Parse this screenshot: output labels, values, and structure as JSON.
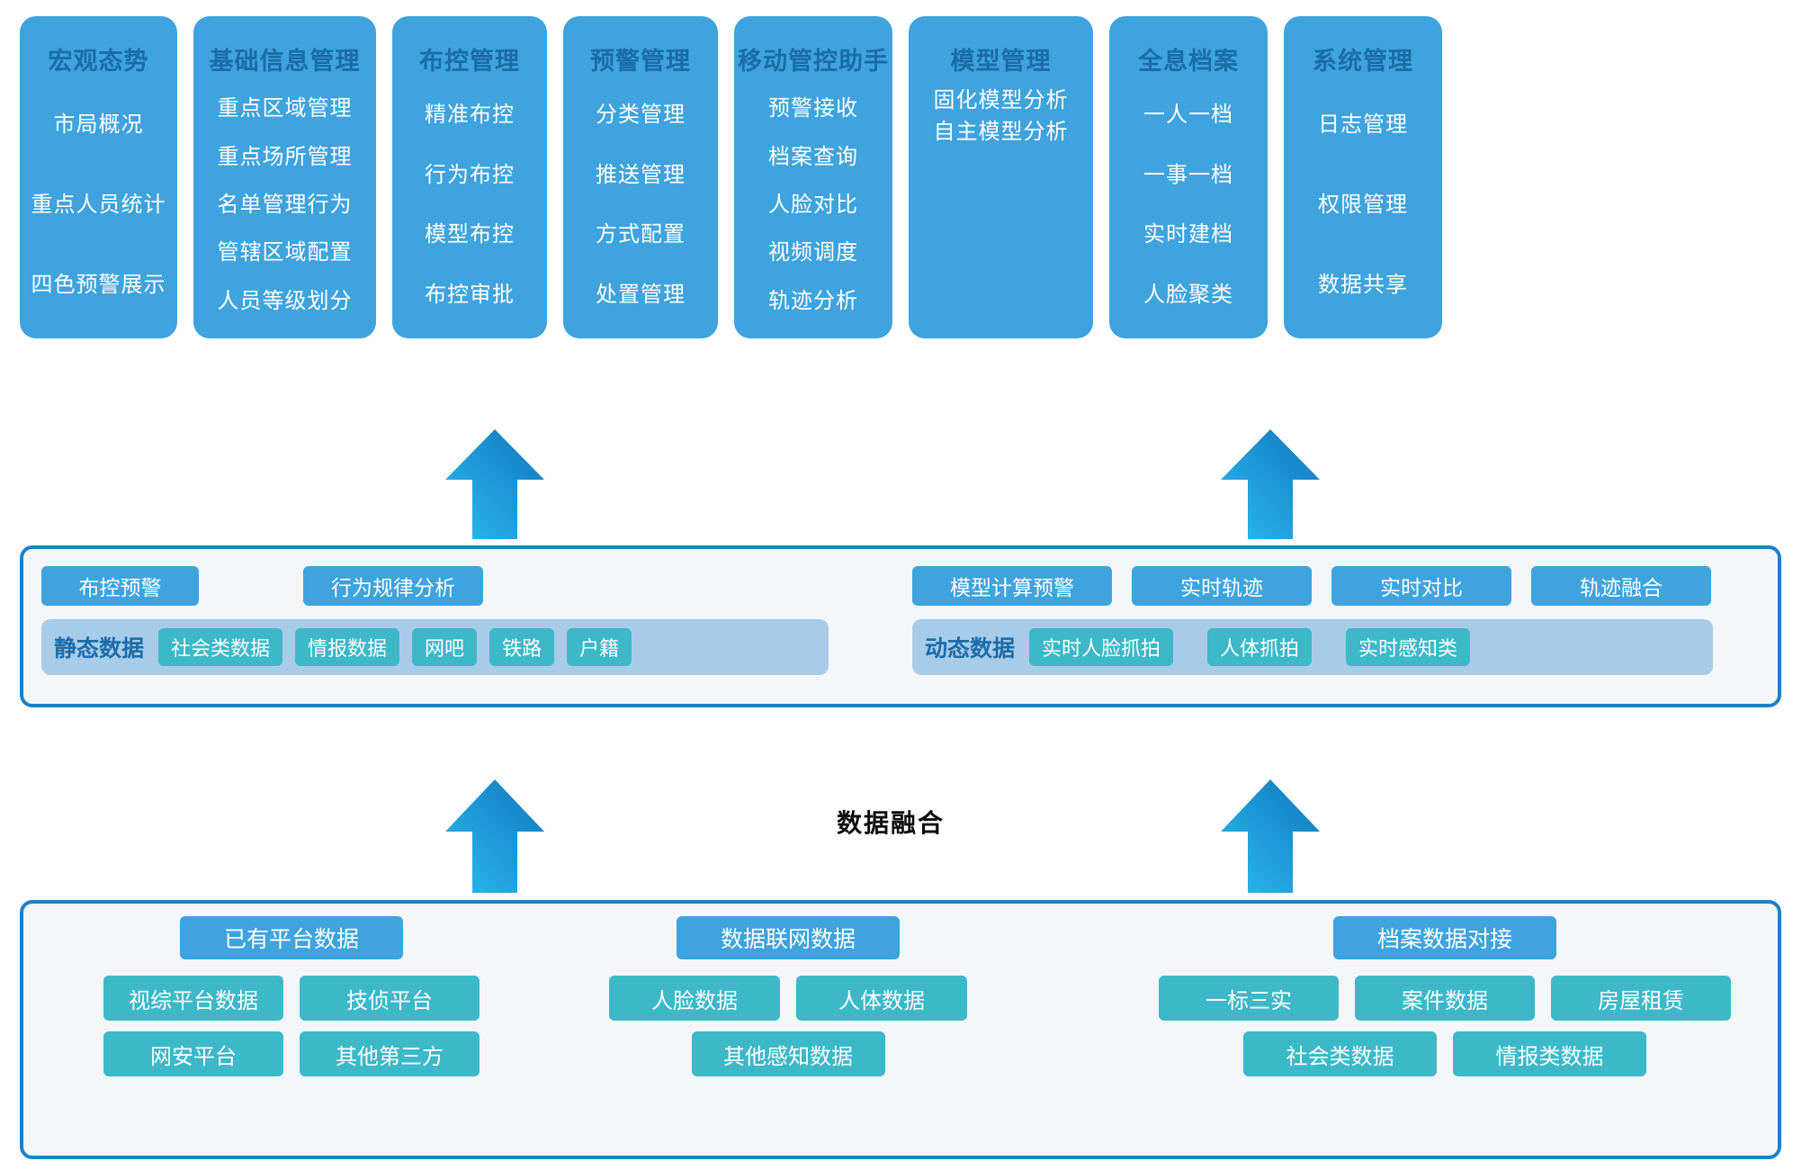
{
  "diagram": {
    "fusion_label": "数据融合",
    "colors": {
      "card_blue": "#3fa3dd",
      "title_blue": "#1b6ca8",
      "teal_chip": "#3cb8c9",
      "strip_blue": "#a8cbe8",
      "border_blue": "#1b82c8",
      "panel_bg": "#f4f6f8",
      "arrow_top": "#1285c8",
      "arrow_bottom": "#2ab4ea"
    }
  },
  "top_columns": [
    {
      "title": "宏观态势",
      "items": [
        "市局概况",
        "重点人员统计",
        "四色预警展示"
      ]
    },
    {
      "title": "基础信息管理",
      "items": [
        "重点区域管理",
        "重点场所管理",
        "名单管理行为",
        "管辖区域配置",
        "人员等级划分"
      ]
    },
    {
      "title": "布控管理",
      "items": [
        "精准布控",
        "行为布控",
        "模型布控",
        "布控审批"
      ]
    },
    {
      "title": "预警管理",
      "items": [
        "分类管理",
        "推送管理",
        "方式配置",
        "处置管理"
      ]
    },
    {
      "title": "移动管控助手",
      "items": [
        "预警接收",
        "档案查询",
        "人脸对比",
        "视频调度",
        "轨迹分析"
      ]
    },
    {
      "title": "模型管理",
      "items": [
        "固化模型分析",
        "自主模型分析"
      ]
    },
    {
      "title": "全息档案",
      "items": [
        "一人一档",
        "一事一档",
        "实时建档",
        "人脸聚类"
      ]
    },
    {
      "title": "系统管理",
      "items": [
        "日志管理",
        "权限管理",
        "数据共享"
      ]
    }
  ],
  "middle": {
    "left": {
      "capabilities": [
        "布控预警",
        "行为规律分析"
      ],
      "strip_label": "静态数据",
      "chips": [
        "社会类数据",
        "情报数据",
        "网吧",
        "铁路",
        "户籍"
      ]
    },
    "right": {
      "capabilities": [
        "模型计算预警",
        "实时轨迹",
        "实时对比",
        "轨迹融合"
      ],
      "strip_label": "动态数据",
      "chips": [
        "实时人脸抓拍",
        "人体抓拍",
        "实时感知类"
      ]
    }
  },
  "bottom_groups": [
    {
      "head": "已有平台数据",
      "rows": [
        [
          "视综平台数据",
          "技侦平台"
        ],
        [
          "网安平台",
          "其他第三方"
        ]
      ]
    },
    {
      "head": "数据联网数据",
      "rows": [
        [
          "人脸数据",
          "人体数据"
        ],
        [
          "其他感知数据"
        ]
      ]
    },
    {
      "head": "档案数据对接",
      "rows": [
        [
          "一标三实",
          "案件数据",
          "房屋租赁"
        ],
        [
          "社会类数据",
          "情报类数据"
        ]
      ]
    }
  ]
}
